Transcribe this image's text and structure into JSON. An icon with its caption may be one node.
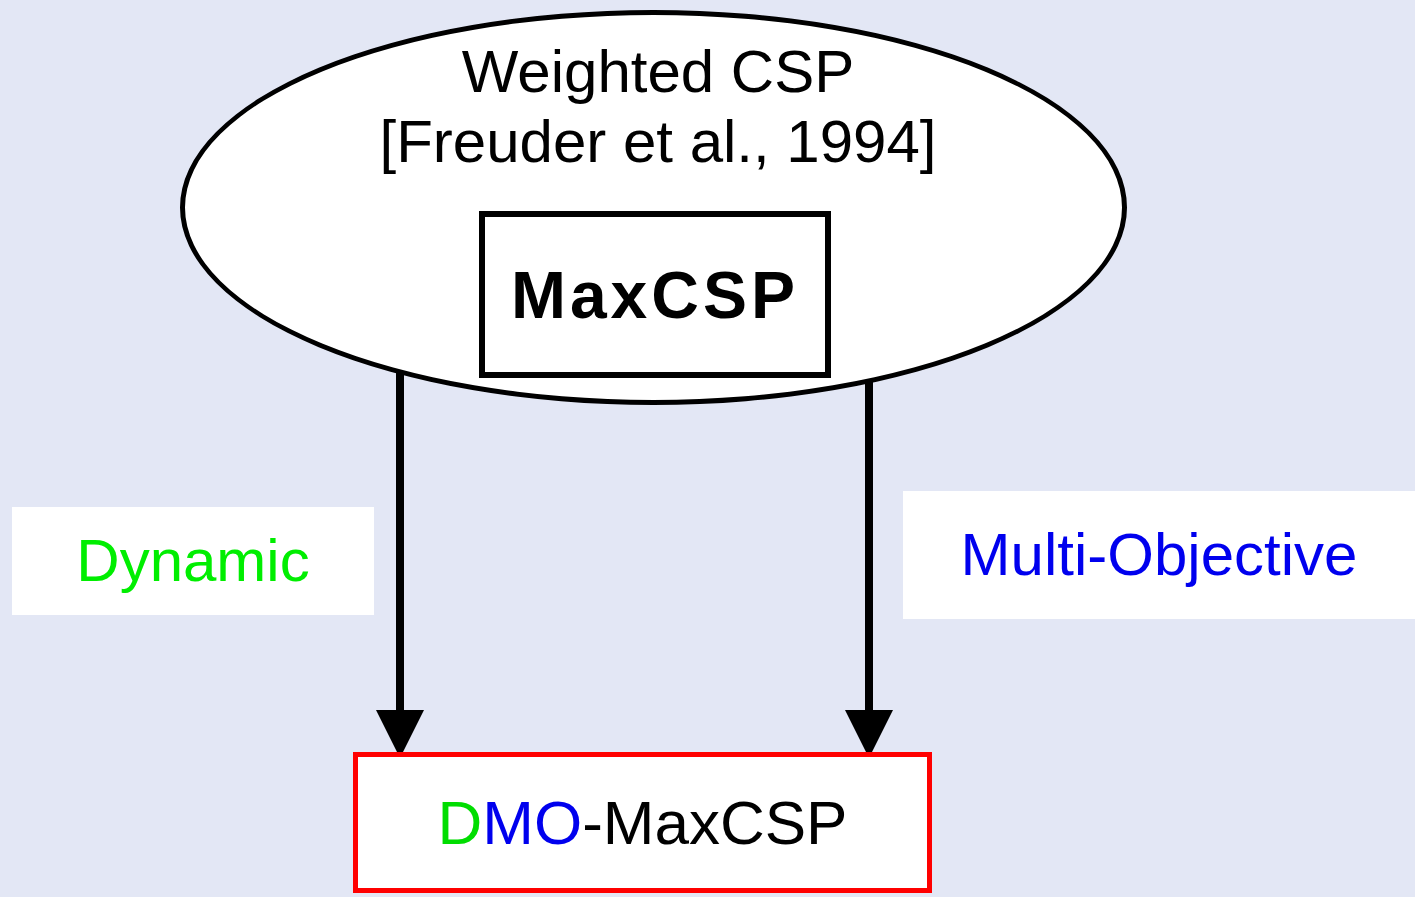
{
  "diagram": {
    "nodes": [
      {
        "text": [
          "Weighted CSP [Freuder et al., 1994]"
        ]
      },
      {
        "text": [
          "MaxCSP"
        ],
        "in": 0
      },
      {
        "text": [
          "DMO-MaxCSP"
        ]
      }
    ],
    "edges": [
      {
        "from": 0,
        "to": 2,
        "arrow": "to",
        "label": "Dynamic"
      },
      {
        "from": 0,
        "to": 2,
        "arrow": "to",
        "label": "Multi-Objective"
      }
    ]
  }
}
